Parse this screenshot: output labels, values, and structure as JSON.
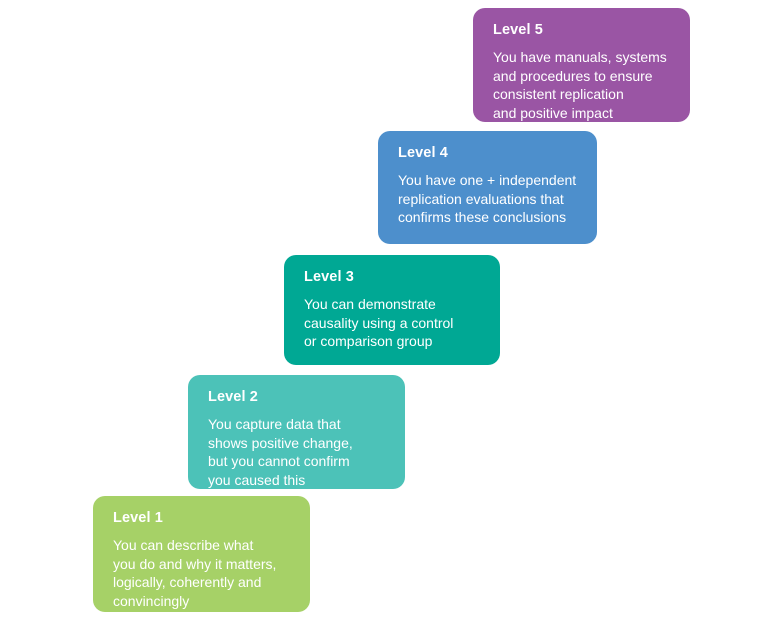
{
  "diagram": {
    "name": "evidence-levels-staircase",
    "background_color": "#ffffff",
    "levels": [
      {
        "id": "level-1",
        "title": "Level 1",
        "description": "You can describe what\nyou do and why it matters,\nlogically, coherently and\nconvincingly",
        "color": "#a6d167"
      },
      {
        "id": "level-2",
        "title": "Level 2",
        "description": "You capture data that\nshows positive change,\nbut you cannot confirm\nyou caused this",
        "color": "#4cc2b8"
      },
      {
        "id": "level-3",
        "title": "Level 3",
        "description": "You can demonstrate\ncausality using a control\nor comparison group",
        "color": "#00a894"
      },
      {
        "id": "level-4",
        "title": "Level 4",
        "description": "You have one + independent\nreplication evaluations that\nconfirms these conclusions",
        "color": "#4d8fcc"
      },
      {
        "id": "level-5",
        "title": "Level 5",
        "description": "You have manuals, systems\nand procedures to ensure\nconsistent replication\nand positive impact",
        "color": "#9a55a4"
      }
    ]
  }
}
